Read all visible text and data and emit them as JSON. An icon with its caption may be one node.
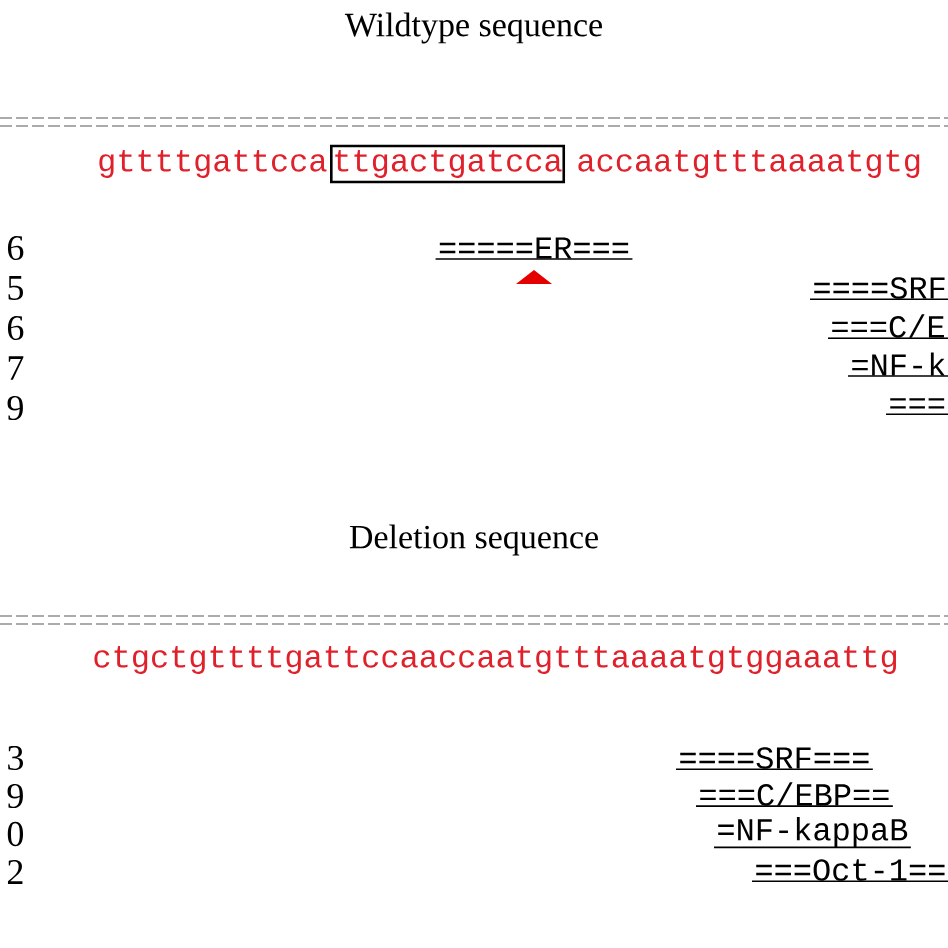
{
  "diagram": {
    "title": "Wildtype sequence",
    "nodes": [
      {
        "text": [
          "ttgactgatcca"
        ]
      }
    ],
    "labels": [
      "gttttgattcca",
      "accaatgtttaaaatgtg",
      "6",
      "=====ER===",
      "5",
      "====SRF",
      "6",
      "===C/E",
      "7",
      "=NF-k",
      "9",
      "===",
      "Deletion sequence",
      "ctgctgttttgattccaaccaatgtttaaaatgtggaaattg",
      "3",
      "====SRF===",
      "9",
      "===C/EBP==",
      "0",
      "=NF-kappaB",
      "2",
      "===Oct-1=="
    ]
  }
}
